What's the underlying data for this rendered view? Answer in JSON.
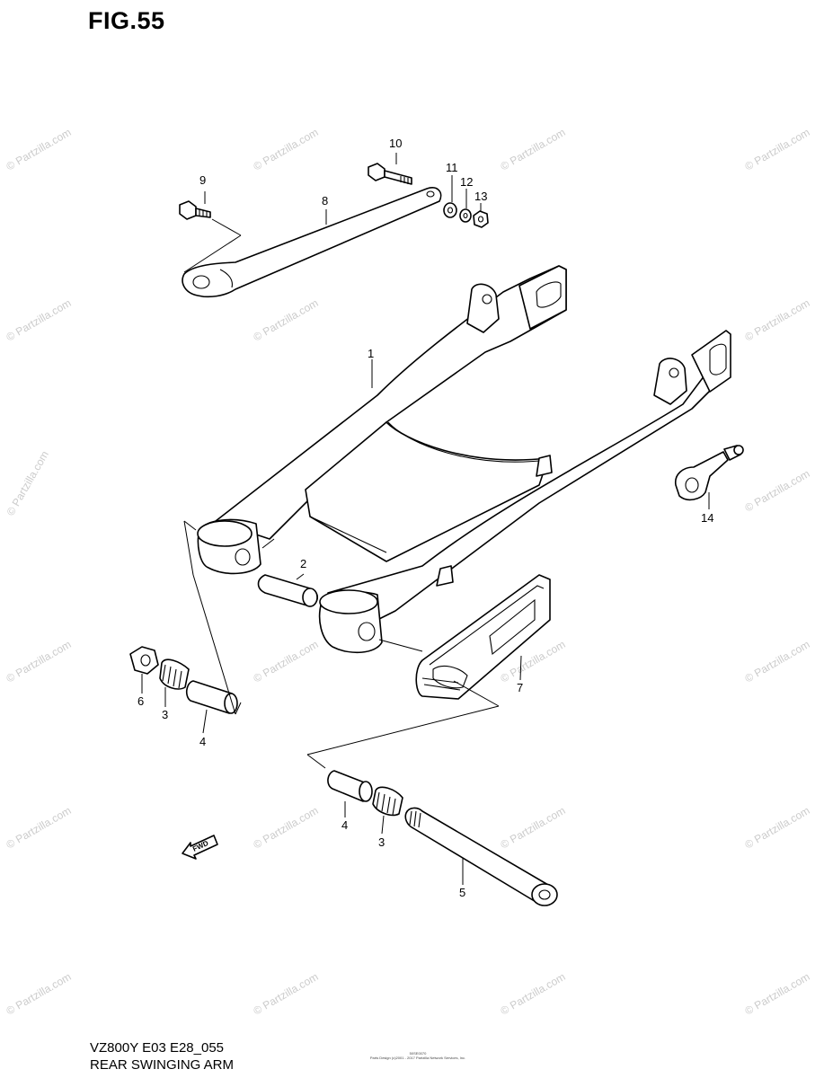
{
  "figure": {
    "title": "FIG.55"
  },
  "footer": {
    "model": "VZ800Y E03 E28_055",
    "caption": "REAR SWINGING ARM",
    "code": "50SE0070",
    "rights": "Parts Design (c)2001 - 2017 Partzilla Network Services, Inc."
  },
  "watermark": {
    "text": "© Partzilla.com",
    "color": "#cccccc"
  },
  "callouts": [
    {
      "id": "1",
      "label": "1"
    },
    {
      "id": "2",
      "label": "2"
    },
    {
      "id": "3a",
      "label": "3"
    },
    {
      "id": "3b",
      "label": "3"
    },
    {
      "id": "4a",
      "label": "4"
    },
    {
      "id": "4b",
      "label": "4"
    },
    {
      "id": "5",
      "label": "5"
    },
    {
      "id": "6",
      "label": "6"
    },
    {
      "id": "7",
      "label": "7"
    },
    {
      "id": "8",
      "label": "8"
    },
    {
      "id": "9",
      "label": "9"
    },
    {
      "id": "10",
      "label": "10"
    },
    {
      "id": "11",
      "label": "11"
    },
    {
      "id": "12",
      "label": "12"
    },
    {
      "id": "13",
      "label": "13"
    },
    {
      "id": "14",
      "label": "14"
    }
  ],
  "fwd_icon": {
    "icon": "fwd-arrow-icon",
    "label": "FWD"
  }
}
